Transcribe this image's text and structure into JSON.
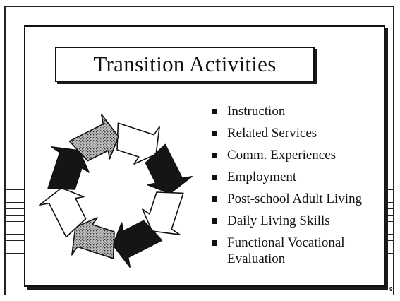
{
  "slide": {
    "title": "Transition Activities",
    "bullets": [
      "Instruction",
      "Related Services",
      "Comm. Experiences",
      "Employment",
      "Post-school Adult Living",
      "Daily Living Skills",
      "Functional Vocational Evaluation"
    ],
    "page_number": "9"
  },
  "cycle_diagram": {
    "arrow_count": 8,
    "fills": [
      "outline",
      "black",
      "outline",
      "black",
      "stippled",
      "outline",
      "black",
      "stippled"
    ]
  }
}
